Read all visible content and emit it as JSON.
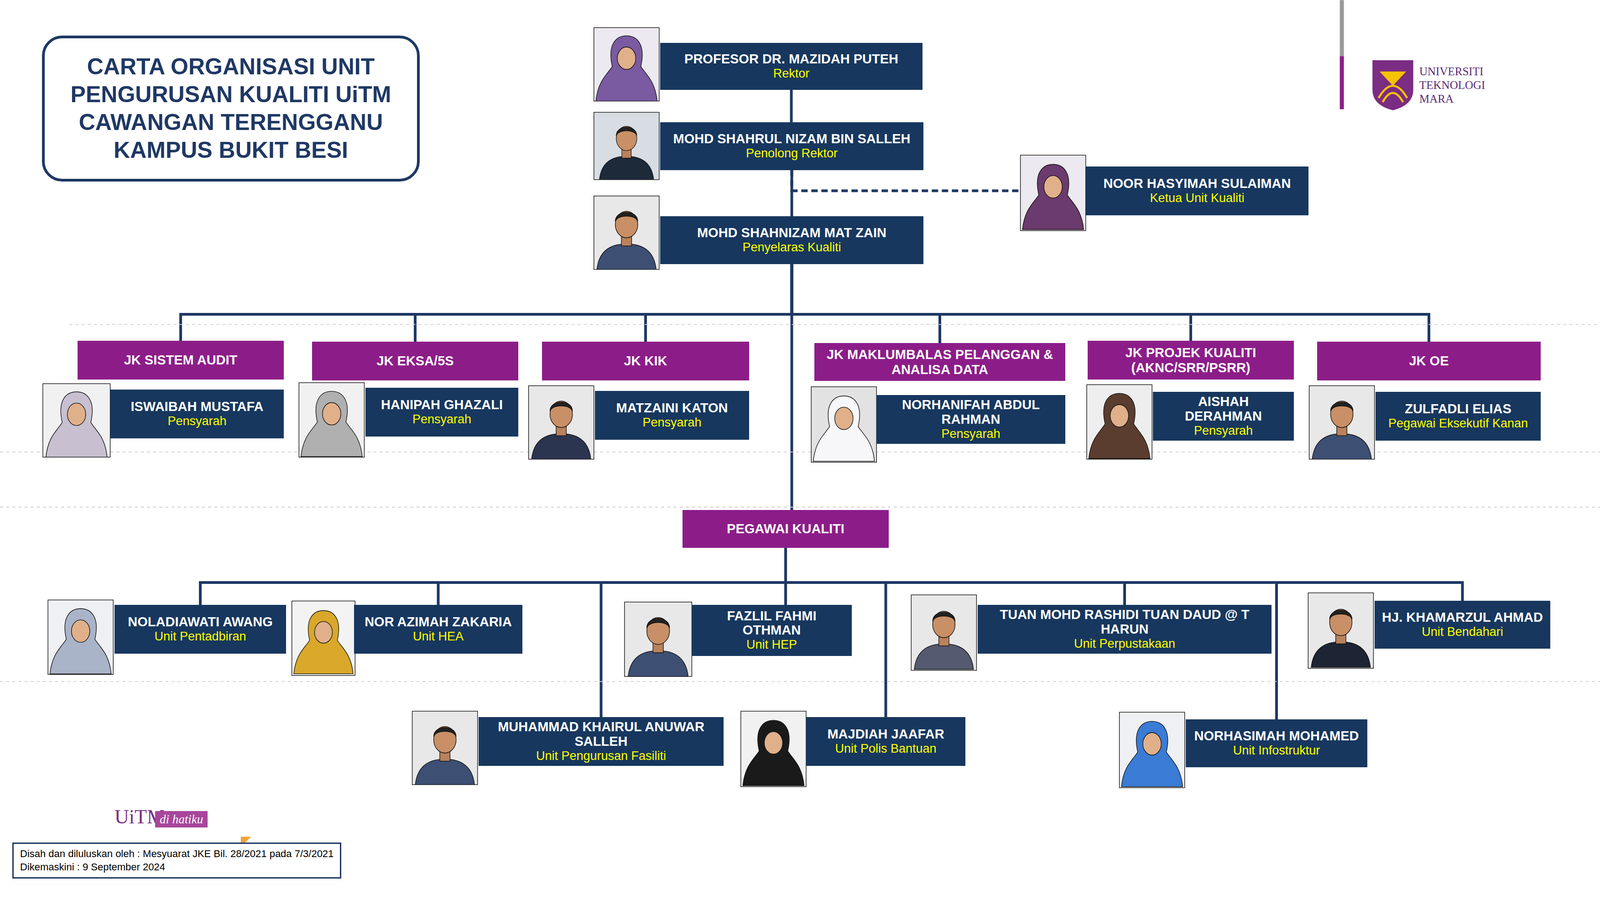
{
  "diagram": {
    "title": "CARTA ORGANISASI UNIT PENGURUSAN KUALITI UiTM CAWANGAN TERENGGANU KAMPUS BUKIT BESI",
    "nodes": [
      {
        "text": [
          "PROFESOR DR. MAZIDAH PUTEH",
          "Rektor"
        ]
      },
      {
        "text": [
          "MOHD SHAHRUL NIZAM BIN SALLEH",
          "Penolong Rektor"
        ]
      },
      {
        "text": [
          "NOOR HASYIMAH SULAIMAN",
          "Ketua Unit Kualiti"
        ]
      },
      {
        "text": [
          "MOHD SHAHNIZAM MAT ZAIN",
          "Penyelaras Kualiti"
        ]
      },
      {
        "text": [
          "JK SISTEM AUDIT"
        ]
      },
      {
        "text": [
          "ISWAIBAH MUSTAFA",
          "Pensyarah"
        ]
      },
      {
        "text": [
          "JK EKSA/5S"
        ]
      },
      {
        "text": [
          "HANIPAH GHAZALI",
          "Pensyarah"
        ]
      },
      {
        "text": [
          "JK KIK"
        ]
      },
      {
        "text": [
          "MATZAINI KATON",
          "Pensyarah"
        ]
      },
      {
        "text": [
          "JK MAKLUMBALAS PELANGGAN & ANALISA DATA"
        ]
      },
      {
        "text": [
          "NORHANIFAH ABDUL RAHMAN",
          "Pensyarah"
        ]
      },
      {
        "text": [
          "JK PROJEK KUALITI (AKNC/SRR/PSRR)"
        ]
      },
      {
        "text": [
          "AISHAH DERAHMAN",
          "Pensyarah"
        ]
      },
      {
        "text": [
          "JK OE"
        ]
      },
      {
        "text": [
          "ZULFADLI ELIAS",
          "Pegawai Eksekutif Kanan"
        ]
      },
      {
        "text": [
          "PEGAWAI KUALITI"
        ]
      },
      {
        "text": [
          "NOLADIAWATI AWANG",
          "Unit Pentadbiran"
        ]
      },
      {
        "text": [
          "NOR AZIMAH ZAKARIA",
          "Unit HEA"
        ]
      },
      {
        "text": [
          "FAZLIL FAHMI OTHMAN",
          "Unit HEP"
        ]
      },
      {
        "text": [
          "TUAN MOHD RASHIDI TUAN DAUD @ T HARUN",
          "Unit Perpustakaan"
        ]
      },
      {
        "text": [
          "HJ. KHAMARZUL AHMAD",
          "Unit Bendahari"
        ]
      },
      {
        "text": [
          "MUHAMMAD KHAIRUL ANUWAR SALLEH",
          "Unit Pengurusan Fasiliti"
        ]
      },
      {
        "text": [
          "MAJDIAH JAAFAR",
          "Unit Polis Bantuan"
        ]
      },
      {
        "text": [
          "NORHASIMAH MOHAMED",
          "Unit Infostruktur"
        ]
      }
    ],
    "edges": [
      {
        "from": 0,
        "to": 1,
        "arrow": "none"
      },
      {
        "from": 1,
        "to": 3,
        "arrow": "none"
      },
      {
        "from": 1,
        "to": 2,
        "arrow": "none"
      },
      {
        "from": 3,
        "to": 4,
        "arrow": "none"
      },
      {
        "from": 3,
        "to": 6,
        "arrow": "none"
      },
      {
        "from": 3,
        "to": 8,
        "arrow": "none"
      },
      {
        "from": 3,
        "to": 10,
        "arrow": "none"
      },
      {
        "from": 3,
        "to": 12,
        "arrow": "none"
      },
      {
        "from": 3,
        "to": 14,
        "arrow": "none"
      },
      {
        "from": 3,
        "to": 16,
        "arrow": "none"
      },
      {
        "from": 16,
        "to": 17,
        "arrow": "none"
      },
      {
        "from": 16,
        "to": 18,
        "arrow": "none"
      },
      {
        "from": 16,
        "to": 19,
        "arrow": "none"
      },
      {
        "from": 16,
        "to": 20,
        "arrow": "none"
      },
      {
        "from": 16,
        "to": 21,
        "arrow": "none"
      },
      {
        "from": 16,
        "to": 22,
        "arrow": "none"
      },
      {
        "from": 16,
        "to": 23,
        "arrow": "none"
      },
      {
        "from": 16,
        "to": 24,
        "arrow": "none"
      }
    ],
    "labels": [
      "UNIVERSITI",
      "TEKNOLOGI",
      "MARA",
      "UiTM",
      "di hatiku",
      "Disah dan diluluskan oleh : Mesyuarat JKE Bil. 28/2021 pada 7/3/2021",
      "Dikemaskini : 9 September 2024"
    ]
  }
}
